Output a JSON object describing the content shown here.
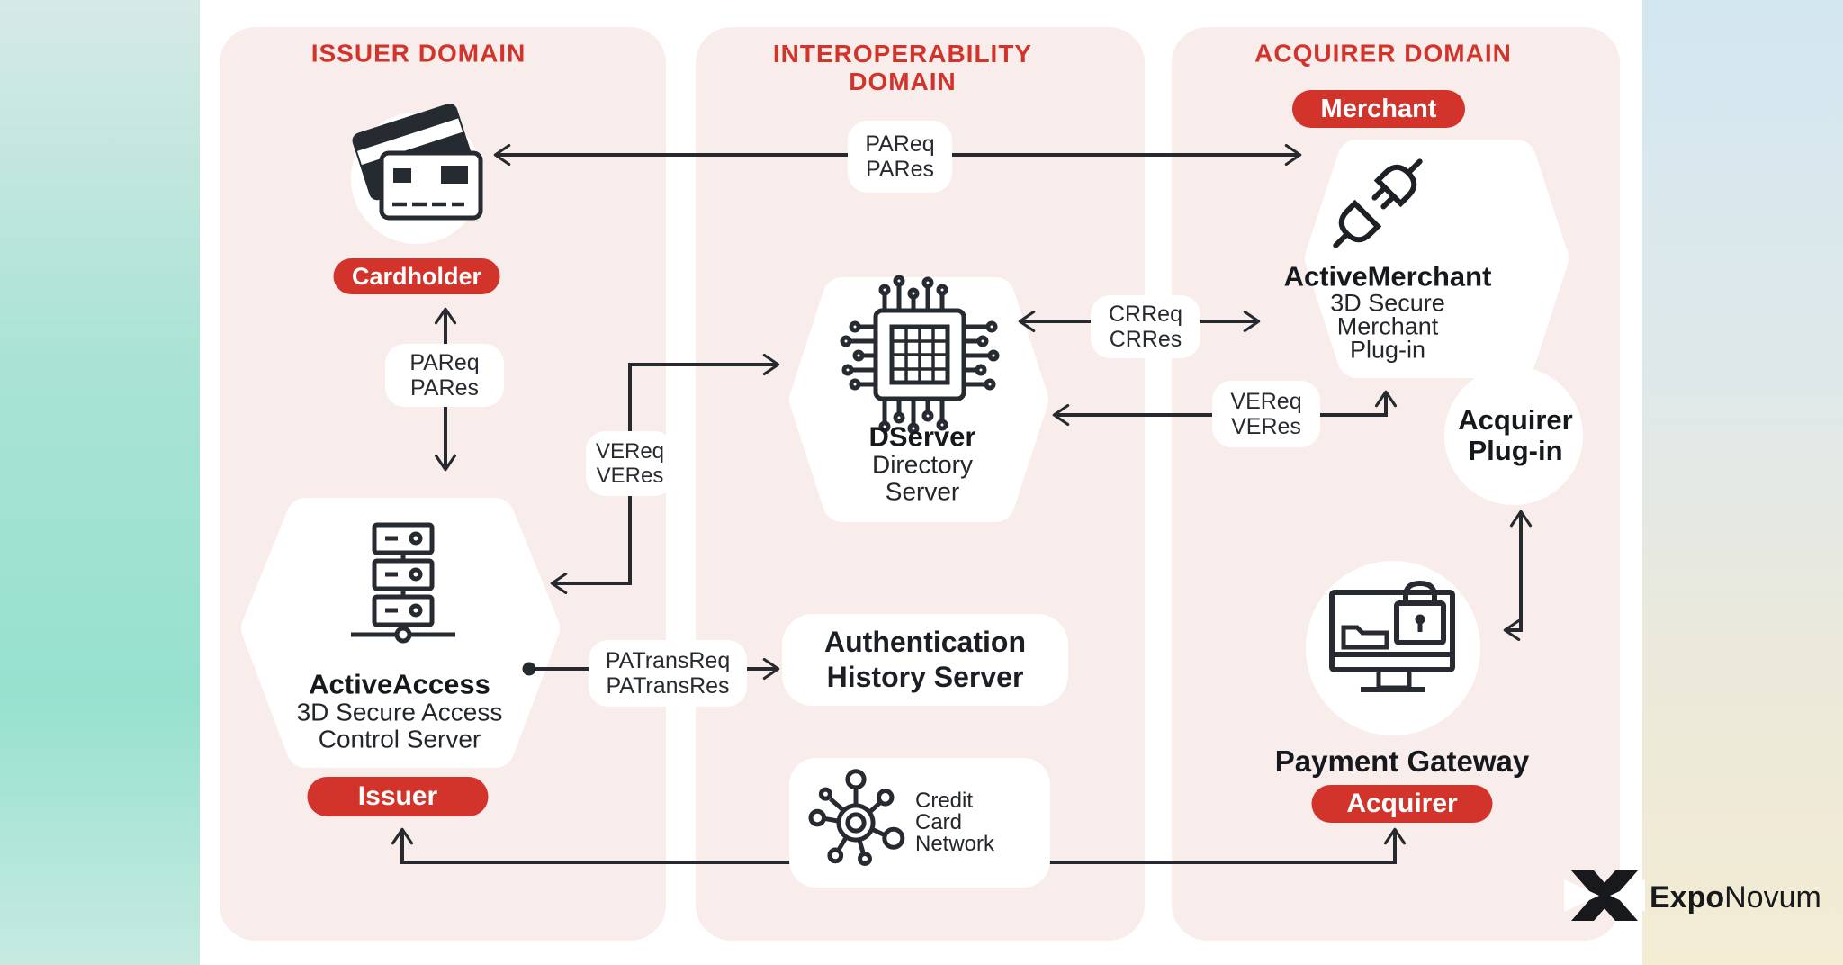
{
  "issuer_domain": {
    "title": "ISSUER DOMAIN",
    "cardholder_badge": "Cardholder",
    "acs_name": "ActiveAccess",
    "acs_sub1": "3D Secure Access",
    "acs_sub2": "Control Server",
    "issuer_badge": "Issuer"
  },
  "interoperability_domain": {
    "title1": "INTEROPERABILITY",
    "title2": "DOMAIN",
    "ds_name": "DServer",
    "ds_sub1": "Directory",
    "ds_sub2": "Server",
    "ahs1": "Authentication",
    "ahs2": "History Server",
    "ccn1": "Credit",
    "ccn2": "Card",
    "ccn3": "Network"
  },
  "acquirer_domain": {
    "title": "ACQUIRER DOMAIN",
    "merchant_badge": "Merchant",
    "am_name": "ActiveMerchant",
    "am_sub1": "3D Secure",
    "am_sub2": "Merchant",
    "am_sub3": "Plug-in",
    "ap1": "Acquirer",
    "ap2": "Plug-in",
    "pg_label": "Payment Gateway",
    "acquirer_badge": "Acquirer"
  },
  "flow_labels": {
    "pareq_top1": "PAReq",
    "pareq_top2": "PARes",
    "pareq_left1": "PAReq",
    "pareq_left2": "PARes",
    "vereq_left1": "VEReq",
    "vereq_left2": "VERes",
    "crreq1": "CRReq",
    "crreq2": "CRRes",
    "vereq_right1": "VEReq",
    "vereq_right2": "VERes",
    "patrans1": "PATransReq",
    "patrans2": "PATransRes"
  },
  "logo": {
    "bold": "Expo",
    "regular": "Novum"
  },
  "icons": {
    "cardholder": "credit-cards-icon",
    "access_control_server": "server-stack-icon",
    "directory_server": "chip-icon",
    "merchant_plugin": "plug-icon",
    "payment_gateway": "secure-monitor-icon",
    "credit_card_network": "network-hub-icon",
    "logo_mark": "x-mark-icon"
  },
  "colors": {
    "red": "#d2342b",
    "panel_pink": "#f9edeb",
    "ink": "#23262b",
    "line": "#26292e",
    "teal_strip": "#97e1cf",
    "right_strip_bottom": "#f3ecd3"
  }
}
